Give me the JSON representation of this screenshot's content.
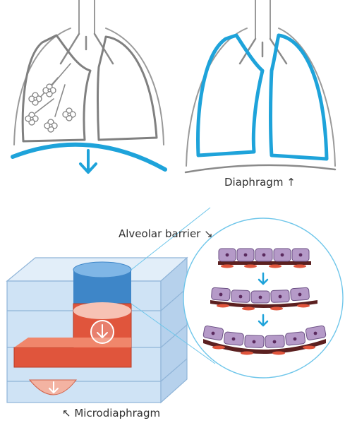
{
  "labels": {
    "diaphragm": "Diaphragm ↑",
    "alveolar_barrier": "Alveolar barrier ↘",
    "microdiaphragm": "↖ Microdiaphragm"
  },
  "colors": {
    "blue": "#1ea3da",
    "outline": "#7a7a7a",
    "tissue": "#e0553c",
    "chip": "#cfe3f5",
    "cell": "#b59ac8"
  }
}
